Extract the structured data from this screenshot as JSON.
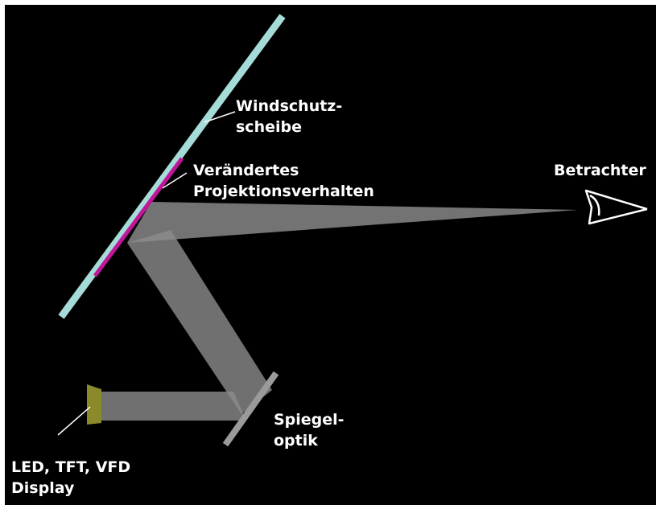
{
  "labels": {
    "windshield_line1": "Windschutz-",
    "windshield_line2": "scheibe",
    "projection_line1": "Verändertes",
    "projection_line2": "Projektionsverhalten",
    "viewer": "Betrachter",
    "mirror_line1": "Spiegel-",
    "mirror_line2": "optik",
    "display_line1": "LED, TFT, VFD",
    "display_line2": "Display"
  },
  "colors": {
    "background": "#000000",
    "windshield": "#a6dcd8",
    "projection_zone": "#c0169a",
    "beam": "#8c8c8c",
    "mirror": "#9a9a9a",
    "display": "#8a8a2a",
    "label": "#ffffff"
  }
}
